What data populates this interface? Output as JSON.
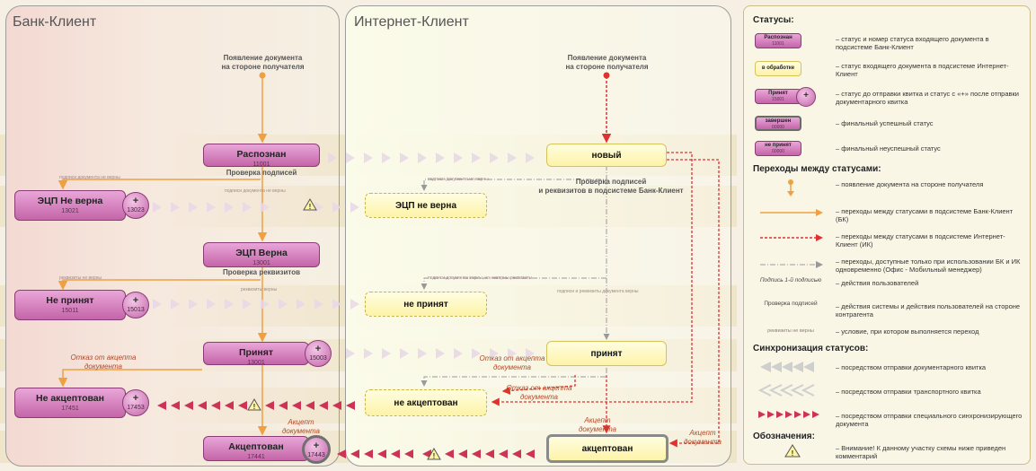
{
  "columns": {
    "bank_title": "Банк-Клиент",
    "inet_title": "Интернет-Клиент"
  },
  "appear": {
    "bank": "Появление документа\nна стороне получателя",
    "inet": "Появление документа\nна стороне получателя"
  },
  "bank_states": [
    {
      "label": "Распознан",
      "code": "11001"
    },
    {
      "label": "ЭЦП Не верна",
      "code": "13021",
      "circle": "13023"
    },
    {
      "label": "ЭЦП Верна",
      "code": "13001"
    },
    {
      "label": "Не принят",
      "code": "15011",
      "circle": "15013"
    },
    {
      "label": "Принят",
      "code": "13001",
      "circle": "15003"
    },
    {
      "label": "Не акцептован",
      "code": "17451",
      "circle": "17453"
    },
    {
      "label": "Акцептован",
      "code": "17441",
      "circle": "17443"
    }
  ],
  "inet_states": [
    "новый",
    "ЭЦП не верна",
    "не принят",
    "принят",
    "не акцептован",
    "акцептован"
  ],
  "labels": {
    "check_sign": "Проверка подписей",
    "check_req": "Проверка реквизитов",
    "check_inet": "Проверка подписей\nи реквизитов в подсистеме Банк-Клиент",
    "reject_accept": "Отказ от акцепта\nдокумента",
    "accept": "Акцепт\nдокумента",
    "cond_sign_bad": "подписи документа не верны",
    "cond_req_bad": "реквизиты не верны",
    "cond_req_ok": "реквизиты верны",
    "cond_sign_ok_req_bad": "подписи документа верны, но неверны реквизиты",
    "cond_sign_req_ok": "подписи и реквизиты документа верны"
  },
  "legend": {
    "statuses_title": "Статусы:",
    "statuses": [
      {
        "sample": "Распознан",
        "code": "11001",
        "text": "– статус и номер статуса входящего документа в подсистеме Банк-Клиент"
      },
      {
        "sample": "в обработке",
        "text": "– статус входящего документа в подсистеме Интернет-Клиент"
      },
      {
        "sample": "Принят",
        "code": "15001",
        "text": "– статус до отправки квитка и статус с «+» после отправки документарного квитка"
      },
      {
        "sample": "завершен",
        "code": "00000",
        "text": "– финальный успешный статус"
      },
      {
        "sample": "не принят",
        "code": "00000",
        "text": "– финальный неуспешный статус"
      }
    ],
    "transitions_title": "Переходы между статусами:",
    "transitions": [
      {
        "text": "– появление документа на стороне получателя"
      },
      {
        "text": "– переходы между статусами в подсистеме Банк-Клиент (БК)"
      },
      {
        "text": "– переходы между статусами в подсистеме Интернет-Клиент (ИК)"
      },
      {
        "text": "– переходы, доступные только при использовании БК и ИК одновременно (Офис - Мобильный менеджер)"
      },
      {
        "sample": "Подпись 1-й подписью",
        "text": "– действия пользователей"
      },
      {
        "sample": "Проверка подписей",
        "text": "– действия системы и действия пользователей на стороне контрагента"
      },
      {
        "sample": "реквизиты не верны",
        "text": "– условие, при котором выполняется переход"
      }
    ],
    "sync_title": "Синхронизация статусов:",
    "sync": [
      {
        "text": "– посредством отправки документарного квитка"
      },
      {
        "text": "– посредством отправки транспортного квитка"
      },
      {
        "text": "– посредством отправки специального синхронизирующего документа"
      }
    ],
    "notation_title": "Обозначения:",
    "notation": [
      {
        "text": "– Внимание! К данному участку схемы ниже приведен комментарий"
      }
    ]
  },
  "colors": {
    "bk_arrow": "#f0a040",
    "ik_arrow": "#e03030",
    "sync_arrow": "#cc3355",
    "pink": "#c465a8",
    "yellow": "#fdf3a8"
  }
}
